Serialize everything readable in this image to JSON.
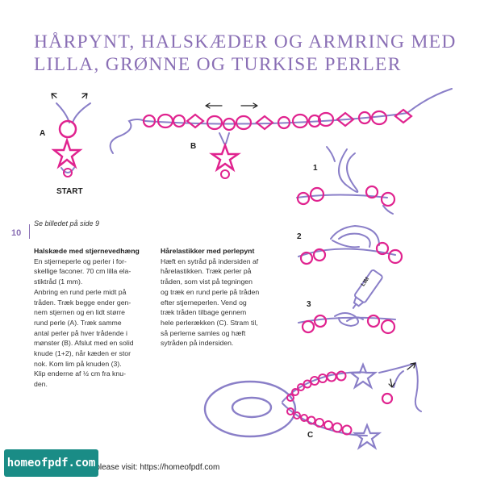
{
  "title": {
    "line1": "HÅRPYNT, HALSKÆDER OG ARMRING MED",
    "line2": "LILLA, GRØNNE OG TURKISE PERLER"
  },
  "diagram_labels": {
    "a": "A",
    "b": "B",
    "start": "START",
    "step1": "1",
    "step2": "2",
    "step3": "3",
    "glue": "LIM",
    "c": "C"
  },
  "page": {
    "number": "10",
    "reference": "Se billedet på side 9"
  },
  "left_column": {
    "heading": "Halskæde med stjernevedhæng",
    "lines": [
      "En stjerneperle og perler i for-",
      "skellige faconer. 70 cm lilla ela-",
      "stiktråd (1 mm).",
      "Anbring en rund perle midt på",
      "tråden. Træk begge ender gen-",
      "nem stjernen og en lidt større",
      "rund perle (A). Træk samme",
      "antal perler på hver trådende i",
      "mønster (B). Afslut med en solid",
      "knude (1+2), når kæden er stor",
      "nok. Kom lim på knuden (3).",
      "Klip enderne af ½ cm fra knu-",
      "den."
    ]
  },
  "right_column": {
    "heading": "Hårelastikker med perlepynt",
    "lines": [
      "Hæft en sytråd på indersiden af",
      "hårelastikken. Træk perler på",
      "tråden, som vist på tegningen",
      "og træk en rund perle på tråden",
      "efter stjerneperlen. Vend og",
      "træk tråden tilbage gennem",
      "hele perlerækken (C). Stram til,",
      "så perlerne samles og hæft",
      "sytråden på indersiden."
    ]
  },
  "footer": {
    "brand": "homeofpdf.com",
    "visit": "e please visit: https://homeofpdf.com"
  },
  "colors": {
    "title": "#8a6fb5",
    "bead": "#e0238f",
    "thread": "#8a7fc8",
    "brand_bg": "#1a8c86"
  }
}
